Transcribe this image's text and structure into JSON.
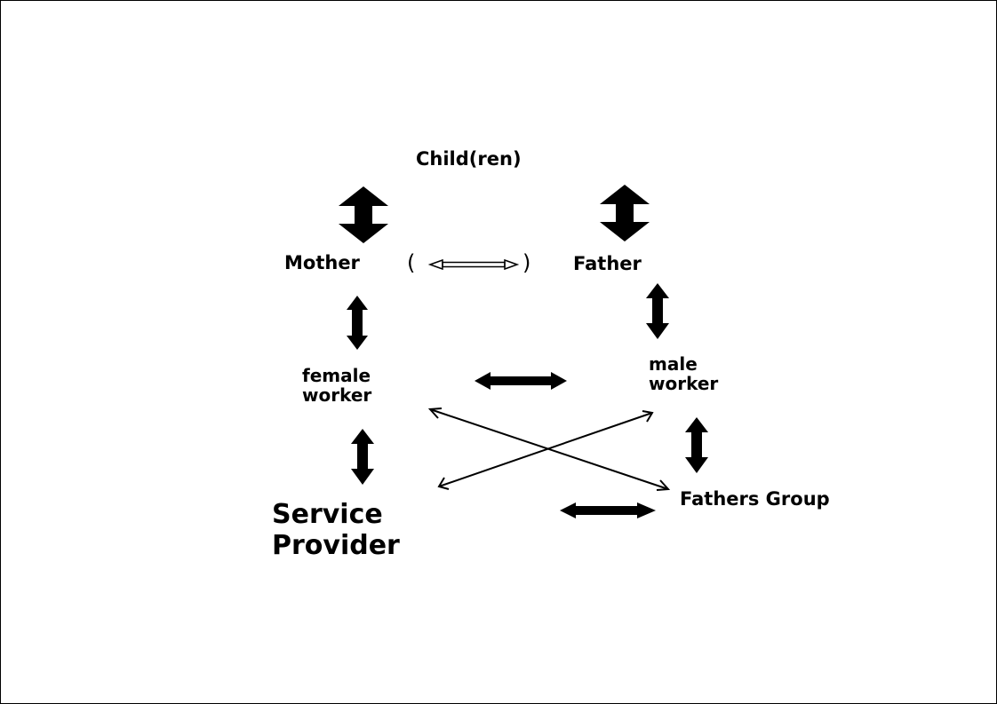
{
  "diagram": {
    "nodes": {
      "child": "Child(ren)",
      "mother": "Mother",
      "father": "Father",
      "female_worker": "female\nworker",
      "male_worker": "male\nworker",
      "service_provider": "Service\nProvider",
      "fathers_group": "Fathers Group"
    },
    "mother_father_link": {
      "open": "(",
      "close": ")"
    }
  }
}
